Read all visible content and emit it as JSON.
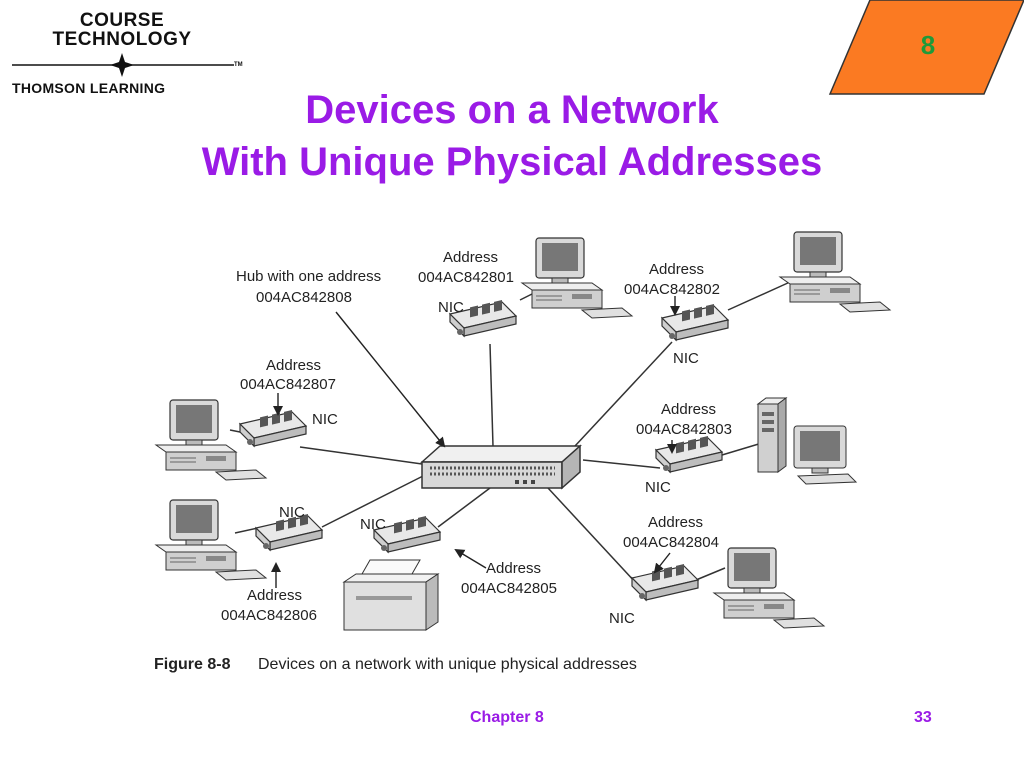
{
  "logo": {
    "line1": "COURSE",
    "line2": "TECHNOLOGY",
    "line3": "THOMSON LEARNING",
    "tm": "TM"
  },
  "chapter_badge": "8",
  "title": {
    "line1": "Devices on a Network",
    "line2": "With Unique Physical Addresses"
  },
  "diagram": {
    "hub_label": {
      "line1": "Hub with one address",
      "line2": "004AC842808"
    },
    "nodes": [
      {
        "id": "top",
        "addr_title": "Address",
        "addr_value": "004AC842801",
        "nic": "NIC"
      },
      {
        "id": "top-right",
        "addr_title": "Address",
        "addr_value": "004AC842802",
        "nic": "NIC"
      },
      {
        "id": "right",
        "addr_title": "Address",
        "addr_value": "004AC842803",
        "nic": "NIC"
      },
      {
        "id": "bottom-right",
        "addr_title": "Address",
        "addr_value": "004AC842804",
        "nic": "NIC"
      },
      {
        "id": "printer",
        "addr_title": "Address",
        "addr_value": "004AC842805",
        "nic": "NIC"
      },
      {
        "id": "bottom-left",
        "addr_title": "Address",
        "addr_value": "004AC842806",
        "nic": "NIC"
      },
      {
        "id": "left",
        "addr_title": "Address",
        "addr_value": "004AC842807",
        "nic": "NIC"
      }
    ],
    "caption_label": "Figure 8-8",
    "caption_text": "Devices on a network with unique physical addresses"
  },
  "footer": {
    "chapter": "Chapter 8",
    "page": "33"
  },
  "colors": {
    "title": "#9a1be6",
    "badge_fill": "#fb7a22",
    "badge_text": "#1f9a3a"
  }
}
